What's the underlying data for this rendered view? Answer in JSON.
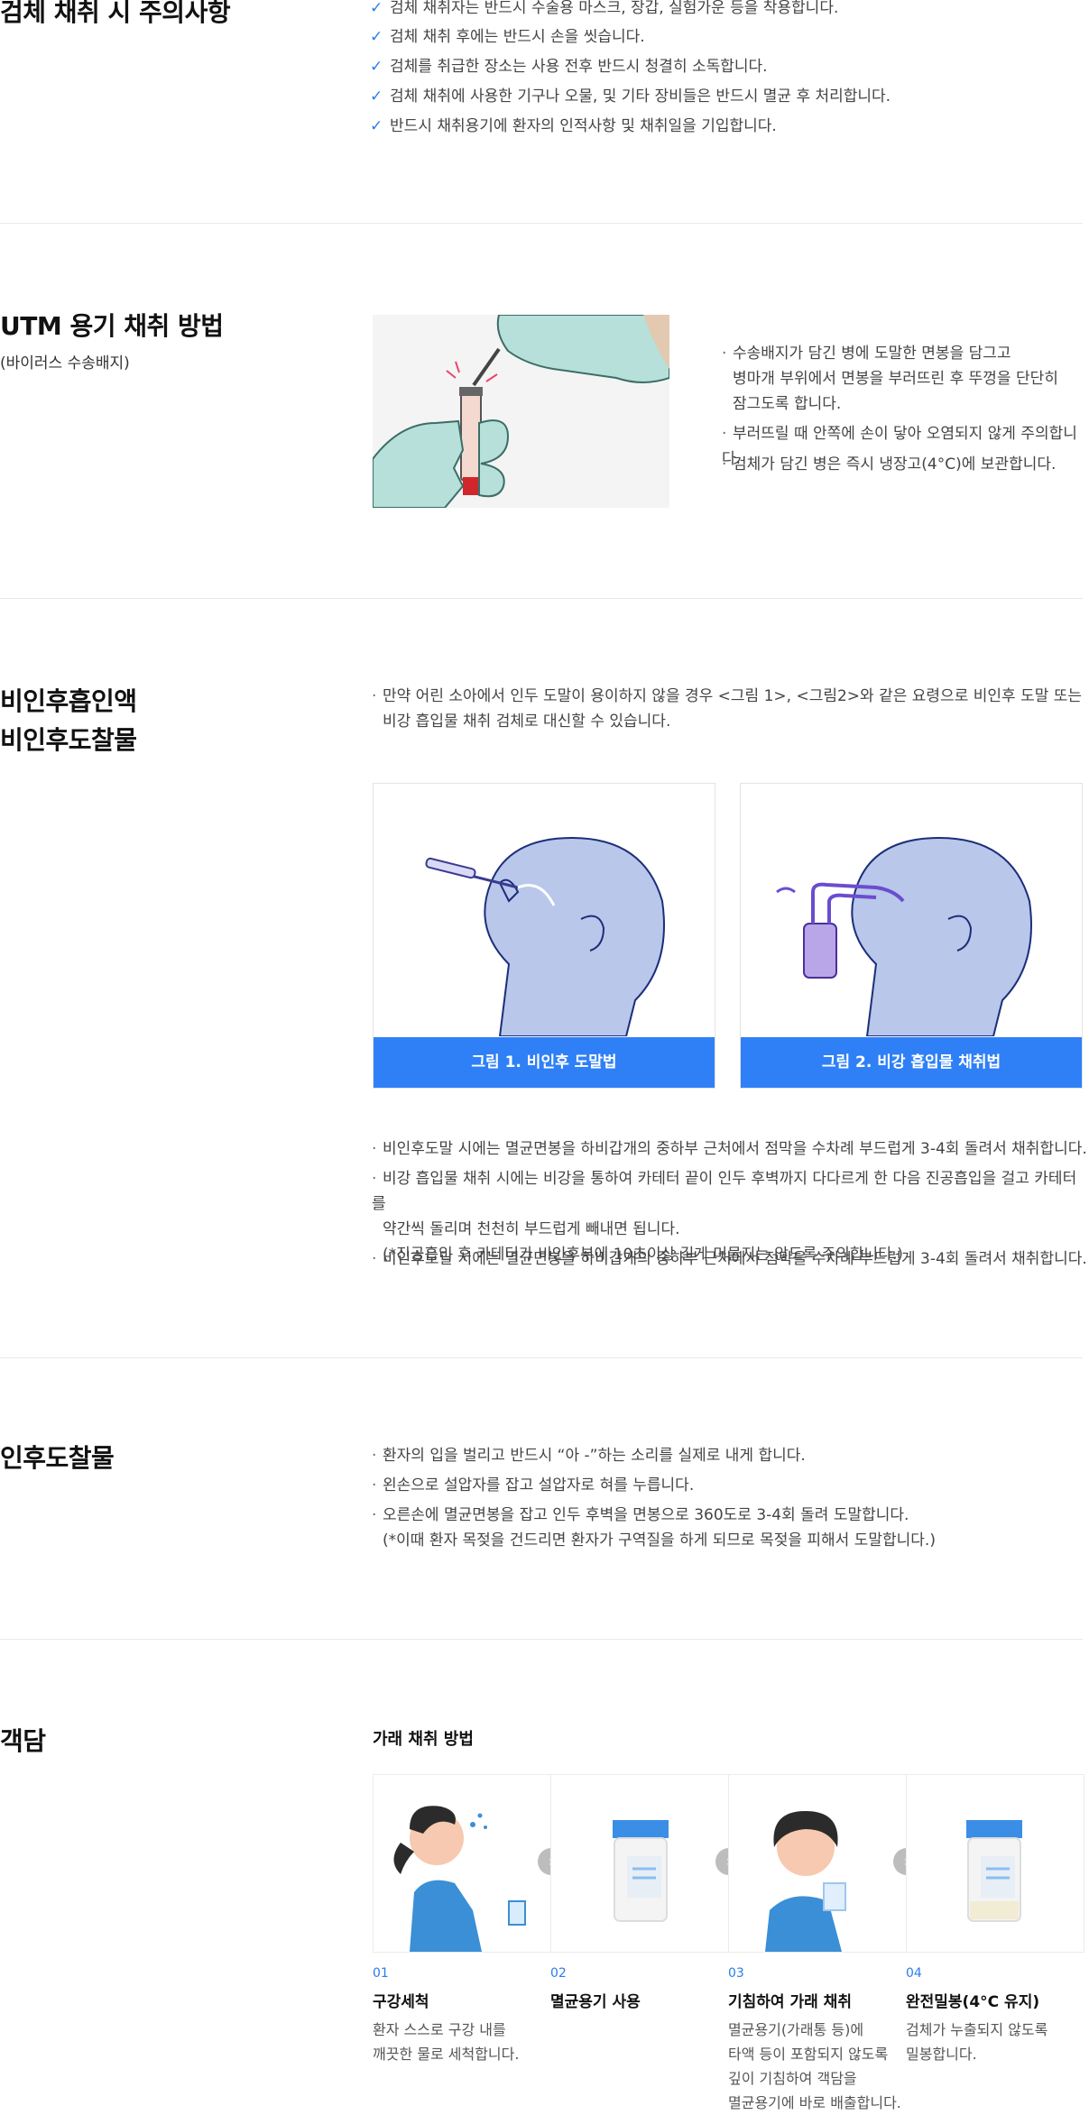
{
  "section1": {
    "title": "검체 채취 시 주의사항",
    "items": [
      "검체 채취자는 반드시 수술용 마스크, 장갑, 실험가운 등을 착용합니다.",
      "검체 채취 후에는 반드시 손을 씻습니다.",
      "검체를 취급한 장소는 사용 전후 반드시 청결히 소독합니다.",
      "검체 채취에 사용한 기구나 오물, 및 기타 장비들은 반드시 멸균 후 처리합니다.",
      "반드시 채취용기에 환자의 인적사항 및 채취일을 기입합니다."
    ]
  },
  "section2": {
    "title": "UTM 용기 채취 방법",
    "subtitle": "(바이러스 수송배지)",
    "items": [
      {
        "line1": "수송배지가 담긴 병에 도말한 면봉을 담그고",
        "line2": "병마개 부위에서 면봉을 부러뜨린 후 뚜껑을 단단히",
        "line3": "잠그도록 합니다."
      },
      {
        "line1": "부러뜨릴 때 안쪽에 손이 닿아 오염되지 않게 주의합니다."
      },
      {
        "line1": "검체가 담긴 병은 즉시 냉장고(4°C)에 보관합니다."
      }
    ]
  },
  "section3": {
    "title_line1": "비인후흡인액",
    "title_line2": "비인후도찰물",
    "intro_line1": "만약 어린 소아에서 인두 도말이 용이하지 않을 경우 <그림 1>, <그림2>와 같은 요령으로 비인후 도말 또는",
    "intro_line2": "비강 흡입물 채취 검체로 대신할 수 있습니다.",
    "fig1_caption": "그림 1. 비인후 도말법",
    "fig2_caption": "그림 2. 비강 흡입물 채취법",
    "items": [
      {
        "line1": "비인후도말 시에는 멸균면봉을 하비갑개의 중하부 근처에서 점막을 수차례 부드럽게 3-4회 돌려서 채취합니다."
      },
      {
        "line1": "비강 흡입물 채취 시에는 비강을 통하여 카테터 끝이 인두 후벽까지 다다르게 한 다음 진공흡입을 걸고 카테터를",
        "line2": "약간씩 돌리며 천천히 부드럽게 빼내면 됩니다.",
        "line3": "(*진공흡입 후 카테터가 비인후부에 10초이상 길게 머물지는 않도록 주의합니다.)"
      },
      {
        "line1": "비인후도말 시에는 멸균면봉을 하비갑개의 중하부 근처에서 점막을 수차례 부드럽게 3-4회 돌려서 채취합니다."
      }
    ]
  },
  "section4": {
    "title": "인후도찰물",
    "items": [
      {
        "line1": "환자의 입을 벌리고 반드시 “아 -”하는 소리를 실제로 내게 합니다."
      },
      {
        "line1": "왼손으로 설압자를 잡고 설압자로 혀를 누릅니다."
      },
      {
        "line1": "오른손에 멸균면봉을 잡고 인두 후벽을 면봉으로 360도로 3-4회 돌려 도말합니다.",
        "line2": "(*이때 환자 목젖을 건드리면 환자가 구역질을 하게 되므로 목젖을 피해서 도말합니다.)"
      }
    ]
  },
  "section5": {
    "title": "객담",
    "subtitle": "가래 채취 방법",
    "steps": [
      {
        "num": "01",
        "title": "구강세척",
        "desc": "환자 스스로 구강 내를\n깨끗한 물로 세척합니다."
      },
      {
        "num": "02",
        "title": "멸균용기 사용",
        "desc": ""
      },
      {
        "num": "03",
        "title": "기침하여 가래 채취",
        "desc": "멸균용기(가래통 등)에\n타액 등이 포함되지 않도록\n깊이 기침하여 객담을\n멸균용기에 바로 배출합니다."
      },
      {
        "num": "04",
        "title": "완전밀봉(4°C 유지)",
        "desc": "검체가 누출되지 않도록\n밀봉합니다."
      }
    ]
  },
  "colors": {
    "accent": "#2f80f7",
    "check": "#2b7de9",
    "divider": "#e8e8e8"
  },
  "icons": [
    "check-icon",
    "chevron-right-icon"
  ]
}
